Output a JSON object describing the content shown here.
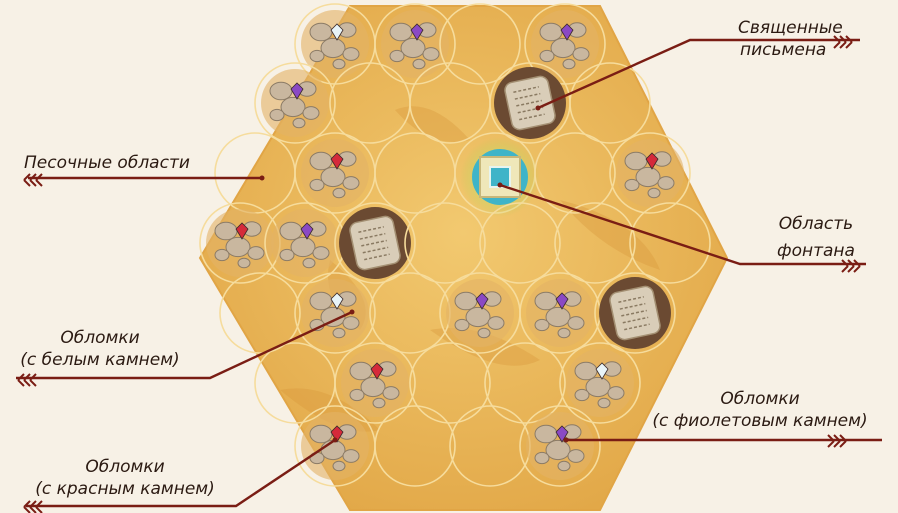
{
  "labels": {
    "sacred_scripts": {
      "line1": "Священные",
      "line2": "письмена"
    },
    "sand_areas": {
      "line1": "Песочные области"
    },
    "fountain_area": {
      "line1": "Область",
      "line2": "фонтана"
    },
    "debris_white": {
      "line1": "Обломки",
      "line2": "(с белым камнем)"
    },
    "debris_purple": {
      "line1": "Обломки",
      "line2": "(с фиолетовым камнем)"
    },
    "debris_red": {
      "line1": "Обломки",
      "line2": "(с красным камнем)"
    }
  },
  "colors": {
    "background": "#f7f1e6",
    "sand": "#e9b454",
    "sand_light": "#f0c56a",
    "grid_line": "#f6dc9c",
    "leader_line": "#7a1d14",
    "fountain_water": "#3fb4c8",
    "fountain_glow": "#d8f07a",
    "gem_red": "#d52a3a",
    "gem_purple": "#8a49c4",
    "gem_white": "#e8f4f8",
    "rock": "#c9b79f"
  },
  "tile_types": [
    "sand",
    "debris",
    "sacred-script",
    "fountain"
  ],
  "gem_types": [
    "red",
    "purple",
    "white"
  ]
}
